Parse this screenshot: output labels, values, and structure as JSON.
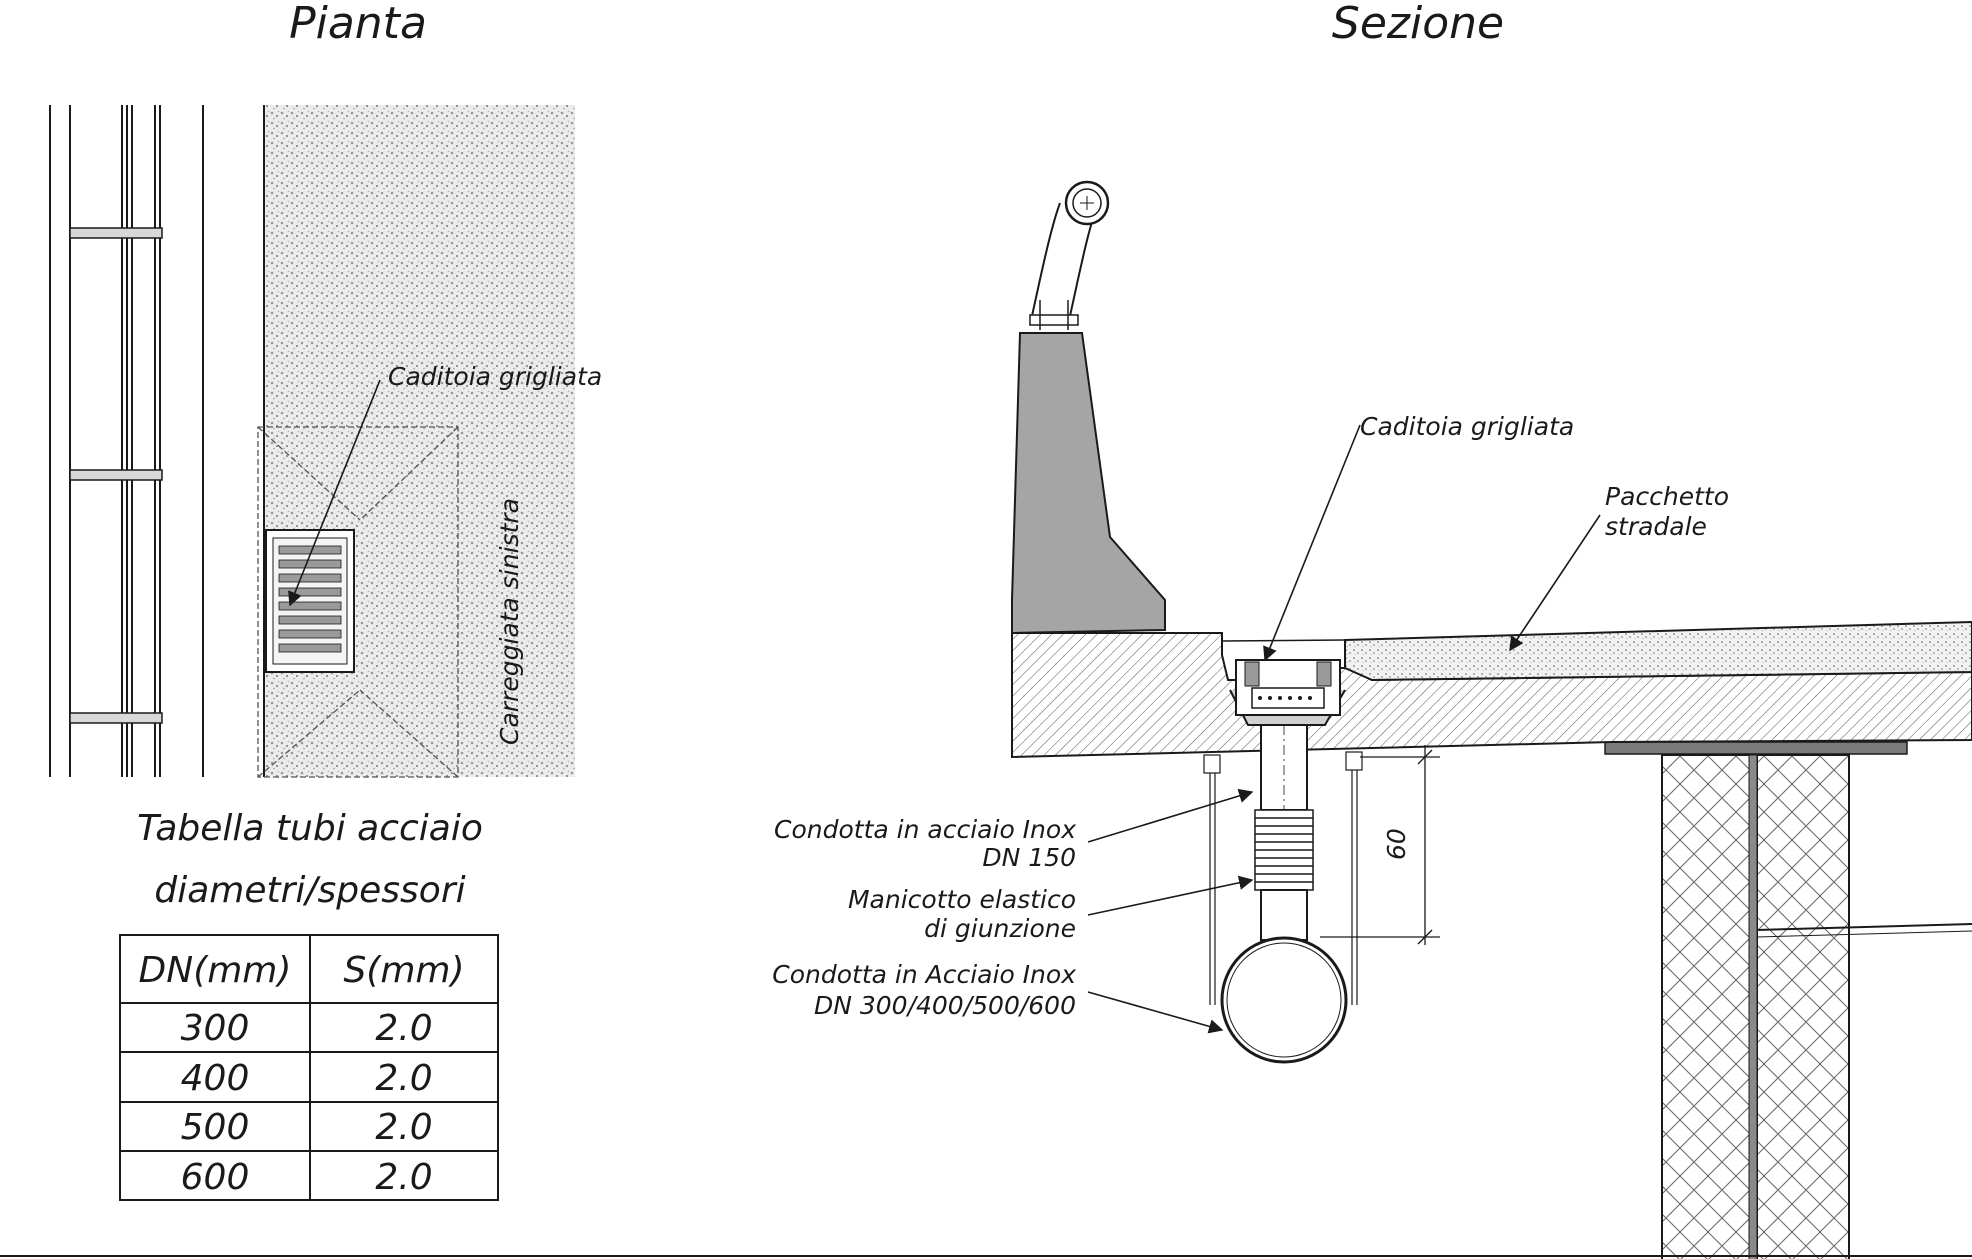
{
  "titles": {
    "plan": "Pianta",
    "section": "Sezione"
  },
  "plan": {
    "grate_label": "Caditoia grigliata",
    "carriageway_label": "Carreggiata sinistra"
  },
  "table": {
    "title_line1": "Tabella tubi acciaio",
    "title_line2": "diametri/spessori",
    "headers": [
      "DN(mm)",
      "S(mm)"
    ],
    "rows": [
      [
        "300",
        "2.0"
      ],
      [
        "400",
        "2.0"
      ],
      [
        "500",
        "2.0"
      ],
      [
        "600",
        "2.0"
      ]
    ]
  },
  "section": {
    "grate_label": "Caditoia grigliata",
    "road_label_line1": "Pacchetto",
    "road_label_line2": "stradale",
    "pipe150_line1": "Condotta in acciaio Inox",
    "pipe150_line2": "DN 150",
    "sleeve_line1": "Manicotto elastico",
    "sleeve_line2": "di giunzione",
    "main_pipe_line1": "Condotta in Acciaio Inox",
    "main_pipe_line2": "DN 300/400/500/600",
    "dimension": "60"
  },
  "colors": {
    "ink": "#1a1a1a",
    "concrete": "#bcbcbc",
    "parapet": "#9a9a9a",
    "hatch": "#555555"
  }
}
